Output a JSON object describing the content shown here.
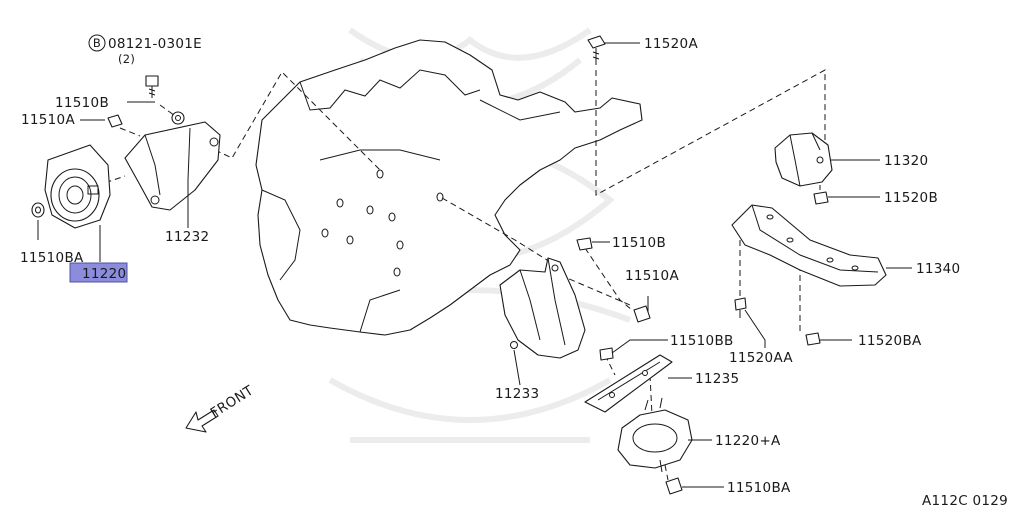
{
  "diagram": {
    "diagram_code": "A112C 0129",
    "direction_label": "FRONT",
    "bolt_spec": {
      "symbol": "B",
      "code": "08121-0301E",
      "quantity": "(2)"
    },
    "parts": {
      "p11510B_top": "11510B",
      "p11510A_top": "11510A",
      "p11510BA_left": "11510BA",
      "p11220": "11220",
      "p11232": "11232",
      "p11520A": "11520A",
      "p11320": "11320",
      "p11520B": "11520B",
      "p11340": "11340",
      "p11510B_mid": "11510B",
      "p11510A_mid": "11510A",
      "p11520AA": "11520AA",
      "p11520BA": "11520BA",
      "p11510BB": "11510BB",
      "p11233": "11233",
      "p11235": "11235",
      "p11220A": "11220+A",
      "p11510BA_bottom": "11510BA"
    },
    "highlight_color": "#8c8cdc"
  }
}
